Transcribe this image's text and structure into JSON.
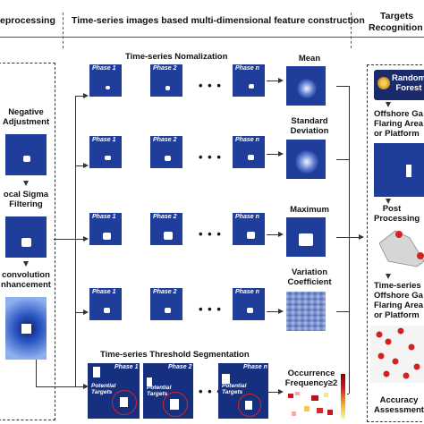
{
  "headers": {
    "preprocessing": "eprocessing",
    "feature": "Time-series images based multi-dimensional feature construction",
    "targets": "Targets",
    "recognition": "Recognition"
  },
  "preprocessing": {
    "step1": [
      "Negative",
      "Adjustment"
    ],
    "step2": [
      "ocal Sigma",
      "Filtering"
    ],
    "step3": [
      "convolution",
      "nhancement"
    ]
  },
  "middle": {
    "normalization_title": "Time-series Nomalization",
    "threshold_title": "Time-series Threshold Segmentation",
    "phase1": "Phase 1",
    "phase2": "Phase 2",
    "phasen": "Phase n",
    "ellipsis": "• • •",
    "potential_targets": [
      "Potential",
      "Targets"
    ],
    "features": {
      "mean": "Mean",
      "std": [
        "Standard",
        "Deviation"
      ],
      "max": "Maximum",
      "cv": [
        "Variation",
        "Coefficient"
      ],
      "occ": [
        "Occurrence",
        "Frequency≥2"
      ]
    }
  },
  "right": {
    "rf": [
      "Random",
      "Forest"
    ],
    "offshore1": [
      "Offshore Ga",
      "Flaring Area",
      "or Platform"
    ],
    "post": [
      "Post",
      "Processing"
    ],
    "timeseries": [
      "Time-series",
      "Offshore Ga",
      "Flaring Area",
      "or Platform"
    ],
    "accuracy": [
      "Accuracy",
      "Assessment"
    ]
  },
  "colors": {
    "tile": "#1f3d9a",
    "rf_box": "#1b2a6b",
    "highlight": "#d22222"
  }
}
